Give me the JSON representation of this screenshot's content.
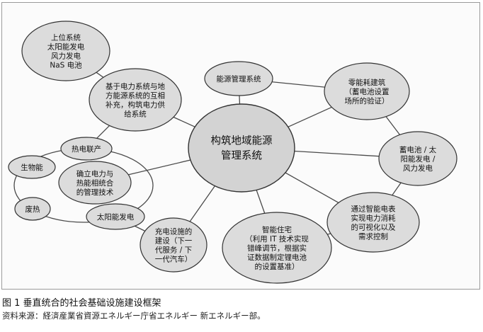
{
  "diagram": {
    "center": {
      "id": "center",
      "lines": [
        "构筑地域能源",
        "管理系统"
      ]
    },
    "nodes": [
      {
        "id": "upper",
        "lines": [
          "上位系统",
          "太阳能发电",
          "风力发电",
          "NaS 电池"
        ]
      },
      {
        "id": "complement",
        "lines": [
          "基于电力系统与地",
          "方能源系统的互相",
          "补充，构筑电力供",
          "给系统"
        ]
      },
      {
        "id": "ems",
        "lines": [
          "能源管理系统"
        ]
      },
      {
        "id": "zeb",
        "lines": [
          "零能耗建筑",
          "（蓄电池设置",
          "场所的验证）"
        ]
      },
      {
        "id": "battery",
        "lines": [
          "蓄电池 / 太",
          "阳能发电 /",
          "风力发电"
        ]
      },
      {
        "id": "meter",
        "lines": [
          "通过智能电表",
          "实现电力消耗",
          "的可视化以及",
          "需求控制"
        ]
      },
      {
        "id": "smarthome",
        "lines": [
          "智能住宅",
          "（利用 IT 技术实现",
          "错峰调节，根据实",
          "证数据制定锂电池",
          "的设置基准）"
        ]
      },
      {
        "id": "charging",
        "lines": [
          "充电设施的",
          "建设（下一",
          "代服务 / 下",
          "一代汽车）"
        ]
      },
      {
        "id": "solar",
        "lines": [
          "太阳能发电"
        ]
      },
      {
        "id": "waste",
        "lines": [
          "废热"
        ]
      },
      {
        "id": "biomass",
        "lines": [
          "生物能"
        ]
      },
      {
        "id": "chp",
        "lines": [
          "热电联产"
        ]
      },
      {
        "id": "heatpower",
        "lines": [
          "确立电力与",
          "热能相统合",
          "的管理技术"
        ]
      }
    ],
    "edges": [
      [
        "center",
        "complement"
      ],
      [
        "center",
        "ems"
      ],
      [
        "center",
        "zeb"
      ],
      [
        "center",
        "battery"
      ],
      [
        "center",
        "meter"
      ],
      [
        "center",
        "smarthome"
      ],
      [
        "center",
        "charging"
      ],
      [
        "center",
        "heatpower"
      ],
      [
        "complement",
        "upper"
      ],
      [
        "complement",
        "chp"
      ],
      [
        "ems",
        "zeb"
      ],
      [
        "zeb",
        "battery"
      ],
      [
        "battery",
        "meter"
      ],
      [
        "meter",
        "smarthome"
      ],
      [
        "charging",
        "solar"
      ]
    ]
  },
  "caption": {
    "title": "图 1  垂直统合的社会基础设施建设框架",
    "source": "资料来源：経済産業省資源エネルギー庁省エネルギー 新エネルギー部。"
  }
}
